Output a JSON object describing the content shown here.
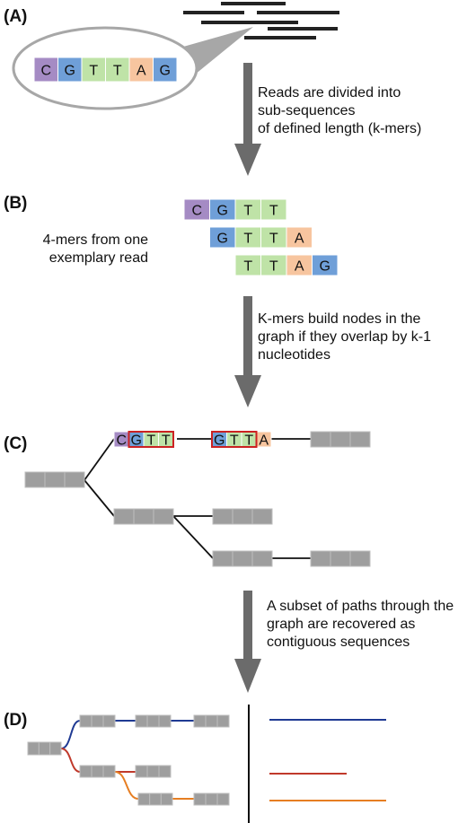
{
  "panels": {
    "a": "(A)",
    "b": "(B)",
    "c": "(C)",
    "d": "(D)"
  },
  "read": [
    "C",
    "G",
    "T",
    "T",
    "A",
    "G"
  ],
  "kmers": [
    [
      "C",
      "G",
      "T",
      "T"
    ],
    [
      "G",
      "T",
      "T",
      "A"
    ],
    [
      "T",
      "T",
      "A",
      "G"
    ]
  ],
  "node_kmers": [
    [
      "C",
      "G",
      "T",
      "T"
    ],
    [
      "G",
      "T",
      "T",
      "A"
    ]
  ],
  "captions": {
    "step1": [
      "Reads are divided into",
      "sub-sequences",
      "of defined length (k-mers)"
    ],
    "kmer_label": [
      "4-mers from one",
      "exemplary read"
    ],
    "step2": [
      "K-mers build nodes in the",
      "graph if they overlap by k-1",
      "nucleotides"
    ],
    "step3": [
      "A subset of paths through the",
      "graph are recovered as",
      "contiguous sequences"
    ]
  },
  "colors": {
    "A": "#f7c59f",
    "C": "#a58bc4",
    "G": "#6f9fd8",
    "T": "#bfe3a7",
    "node_gray": "#9e9e9e",
    "node_outline": "#cc2222",
    "arrow": "#6b6b6b",
    "path_blue": "#1f3a93",
    "path_red": "#c0392b",
    "path_orange": "#e67e22"
  }
}
